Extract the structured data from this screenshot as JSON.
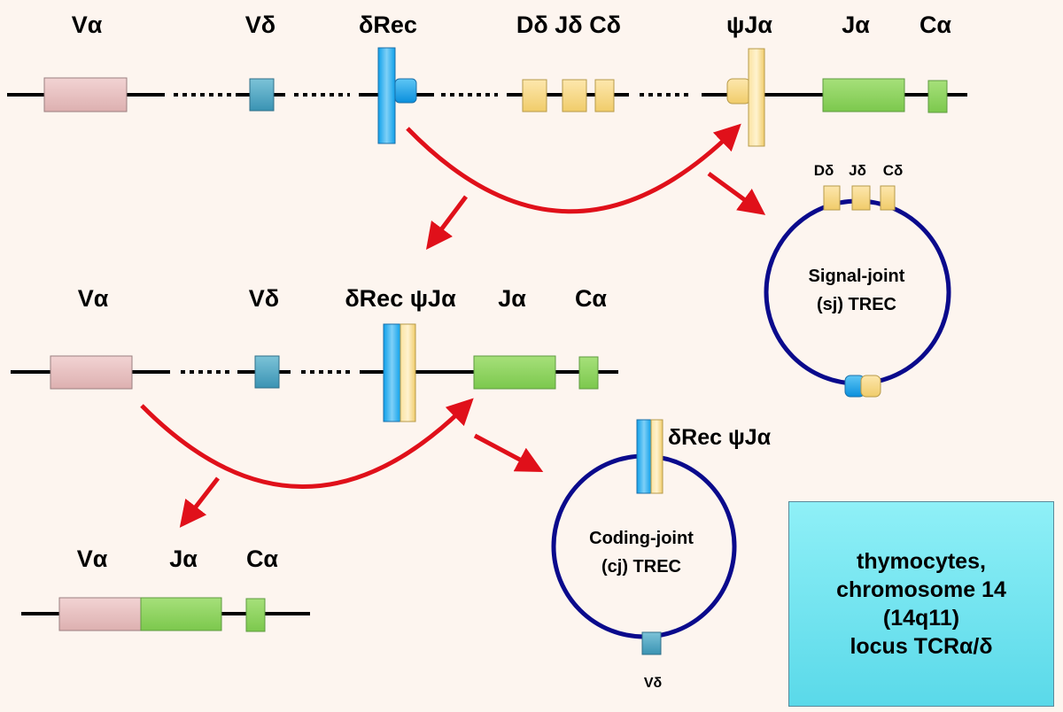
{
  "colors": {
    "background": "#fdf5ef",
    "arrow": "#e0101a",
    "circle": "#0a0a8c",
    "v_alpha": "#eac3c3",
    "v_delta": "#4aa3c0",
    "delta_rec": "#1ea3e6",
    "d_delta_j_delta_c_delta": "#f6d98a",
    "j_alpha_c_alpha": "#8fd462",
    "box": "#73e4f0"
  },
  "row1": {
    "v_alpha": "Vα",
    "v_delta": "Vδ",
    "delta_rec": "δRec",
    "d_j_c_delta": "Dδ Jδ Cδ",
    "psi_j_alpha": "ψJα",
    "j_alpha": "Jα",
    "c_alpha": "Cα"
  },
  "row2": {
    "v_alpha": "Vα",
    "v_delta": "Vδ",
    "rec_psi": "δRec ψJα",
    "j_alpha": "Jα",
    "c_alpha": "Cα"
  },
  "row3": {
    "v_alpha": "Vα",
    "j_alpha": "Jα",
    "c_alpha": "Cα"
  },
  "signal_trec": {
    "label_line1": "Signal-joint",
    "label_line2": "(sj) TREC",
    "d_delta": "Dδ",
    "j_delta": "Jδ",
    "c_delta": "Cδ"
  },
  "coding_trec": {
    "label_line1": "Coding-joint",
    "label_line2": "(cj) TREC",
    "rec_psi": "δRec ψJα",
    "v_delta": "Vδ"
  },
  "info_box": {
    "line1": "thymocytes,",
    "line2": "chromosome 14",
    "line3": "(14q11)",
    "line4": "locus TCRα/δ"
  }
}
